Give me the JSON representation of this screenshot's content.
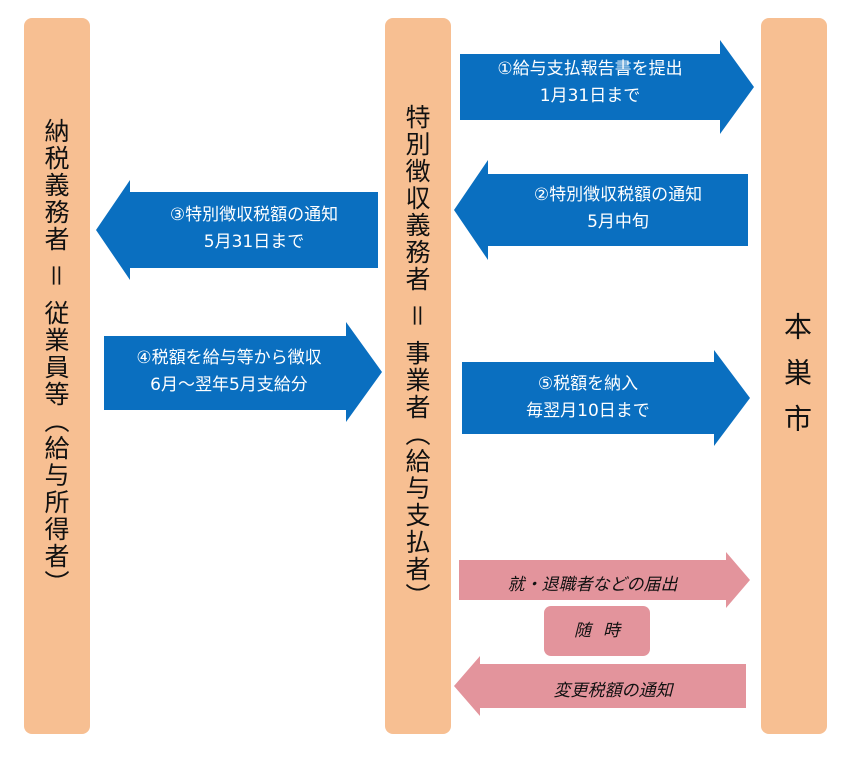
{
  "columns": {
    "left": "納税義務者 ＝ 従業員等（給与所得者）",
    "middle": "特別徴収義務者 ＝ 事業者（給与支払者）",
    "right": "本巣市"
  },
  "arrows": [
    {
      "line1": "①給与支払報告書を提出",
      "line2": "1月31日まで"
    },
    {
      "line1": "②特別徴収税額の通知",
      "line2": "5月中旬"
    },
    {
      "line1": "③特別徴収税額の通知",
      "line2": "5月31日まで"
    },
    {
      "line1": "④税額を給与等から徴収",
      "line2": "6月～翌年5月支給分"
    },
    {
      "line1": "⑤税額を納入",
      "line2": "毎翌月10日まで"
    }
  ],
  "pink": {
    "notice_out": "就・退職者などの届出",
    "anytime": "随時",
    "notice_in": "変更税額の通知"
  },
  "colors": {
    "column_fill": "#f7bf92",
    "blue_arrow": "#0a6fc0",
    "pink_arrow": "#e3949c"
  }
}
